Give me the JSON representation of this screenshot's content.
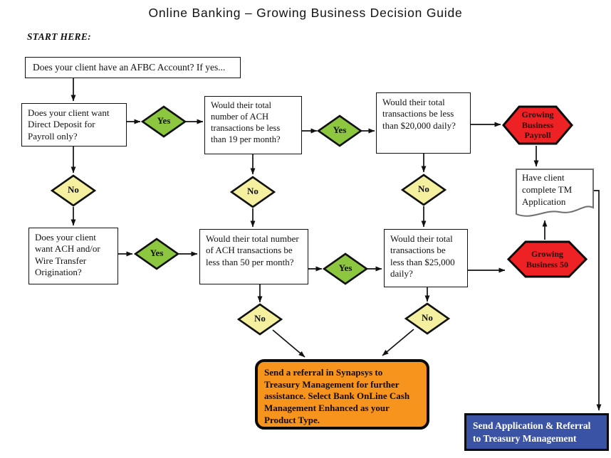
{
  "title": "Online Banking – Growing Business Decision Guide",
  "start_label": "START HERE:",
  "labels": {
    "yes": "Yes",
    "no": "No"
  },
  "nodes": {
    "q_afbc": "Does your client have an AFBC Account?  If yes...",
    "q_direct_deposit": "Does your client want Direct Deposit for Payroll only?",
    "q_ach_19": "Would their total number of ACH transactions be less than 19 per month?",
    "q_trans_20000": "Would their total transactions be less than $20,000 daily?",
    "hex_payroll": "Growing Business Payroll",
    "doc_tm_application": "Have client complete TM Application",
    "q_ach_wire": "Does your client want ACH and/or Wire Transfer Origination?",
    "q_ach_50": "Would their total number of ACH transactions be less than 50 per month?",
    "q_trans_25000": "Would their total transactions be less than $25,000 daily?",
    "hex_50": "Growing Business 50",
    "referral": "Send a referral in Synapsys to Treasury Management for further assistance.  Select Bank OnLine Cash Management Enhanced as your Product Type.",
    "send_application": "Send Application & Referral to Treasury Management"
  },
  "colors": {
    "yes_diamond_fill": "#8DC63F",
    "no_diamond_fill": "#F5F0A0",
    "hexagon_fill": "#EE2224",
    "referral_fill": "#F7941E",
    "send_application_fill": "#3A53A4",
    "outline": "#111111"
  }
}
